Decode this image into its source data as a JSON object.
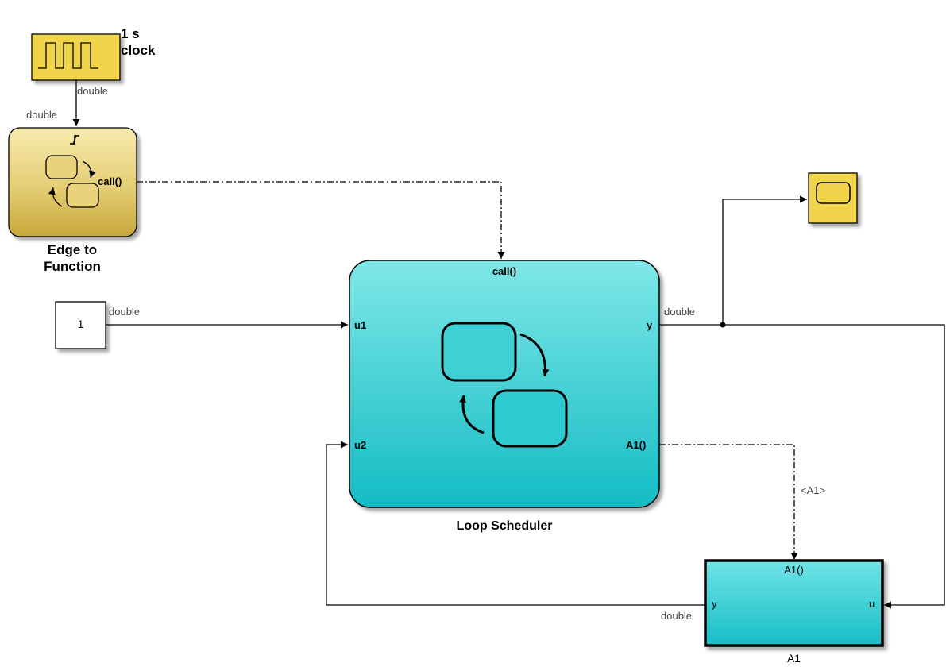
{
  "blocks": {
    "clock": {
      "title_line1": "1 s",
      "title_line2": "clock",
      "fill": "#F0D54B"
    },
    "edge_to_function": {
      "title_line1": "Edge to",
      "title_line2": "Function",
      "output_port": "call()"
    },
    "constant": {
      "value": "1"
    },
    "loop_scheduler": {
      "title": "Loop Scheduler",
      "trigger_port": "call()",
      "input_ports": [
        "u1",
        "u2"
      ],
      "output_ports": [
        "y",
        "A1()"
      ],
      "fill_top": "#7FE7E7",
      "fill_bottom": "#14BCC4"
    },
    "a1": {
      "title": "A1",
      "trigger_port": "A1()",
      "input_port": "u",
      "output_port": "y"
    },
    "scope": {
      "fill": "#F0D54B"
    }
  },
  "signals": {
    "clock_out": "double",
    "edge_in": "double",
    "const_out": "double",
    "sched_y": "double",
    "a1_y": "double",
    "a1_call": "<A1>"
  }
}
